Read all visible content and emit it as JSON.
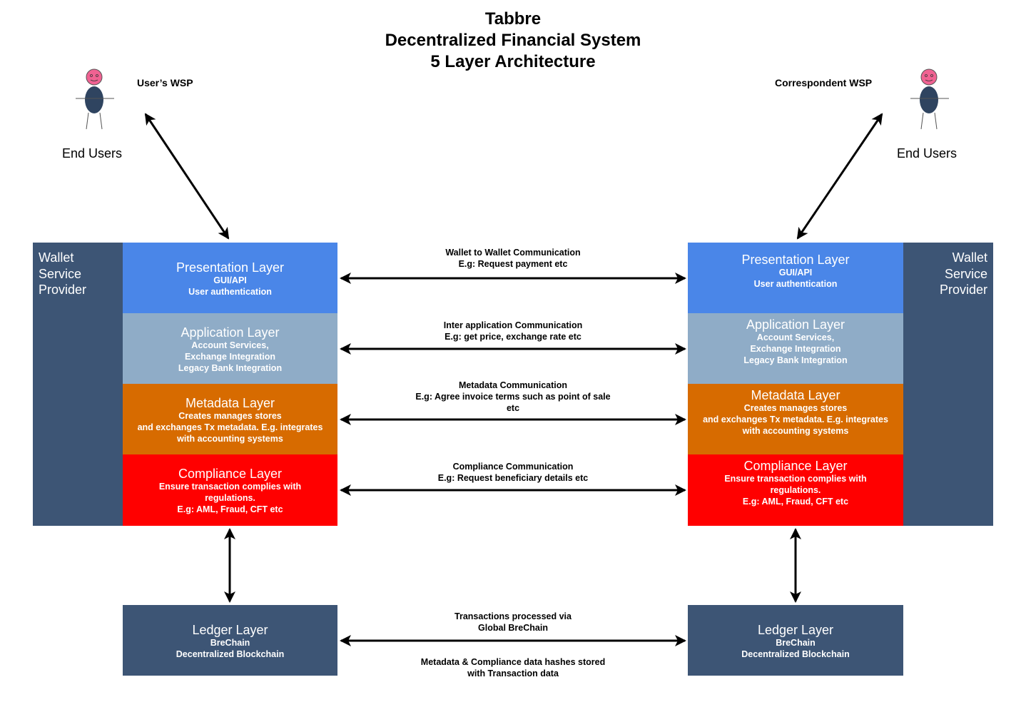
{
  "title": {
    "line1": "Tabbre",
    "line2": "Decentralized Financial System",
    "line3": "5 Layer Architecture"
  },
  "left": {
    "wsp_label": "User’s WSP",
    "end_users": "End Users",
    "column_label": "Wallet\nService\nProvider"
  },
  "right": {
    "wsp_label": "Correspondent WSP",
    "end_users": "End Users",
    "column_label": "Wallet\nService\nProvider"
  },
  "layers": {
    "presentation": {
      "title": "Presentation Layer",
      "desc": "GUI/API\nUser authentication"
    },
    "application": {
      "title": "Application Layer",
      "desc": "Account Services,\nExchange Integration\nLegacy Bank Integration"
    },
    "metadata": {
      "title": "Metadata Layer",
      "desc": "Creates manages stores\nand exchanges Tx metadata. E.g. integrates\nwith accounting systems"
    },
    "compliance": {
      "title": "Compliance Layer",
      "desc": "Ensure transaction complies with\nregulations.\nE.g: AML, Fraud, CFT etc"
    },
    "ledger": {
      "title": "Ledger Layer",
      "desc": "BreChain\nDecentralized Blockchain"
    }
  },
  "communications": {
    "wallet": "Wallet to Wallet Communication\nE.g: Request payment etc",
    "application": "Inter application Communication\nE.g: get price, exchange rate etc",
    "metadata": "Metadata Communication\nE.g:  Agree invoice terms such as point of sale\netc",
    "compliance": "Compliance Communication\nE.g: Request beneficiary details etc",
    "ledger_top": "Transactions processed via\nGlobal BreChain",
    "ledger_bottom": "Metadata & Compliance data hashes stored\nwith Transaction data"
  },
  "colors": {
    "presentation": "#4a86e8",
    "application": "#8facc7",
    "metadata": "#d76b00",
    "compliance": "#ff0000",
    "ledger": "#3d5575",
    "wsp_column": "#3d5575",
    "avatar_face": "#f06292",
    "avatar_body": "#2f4460"
  }
}
